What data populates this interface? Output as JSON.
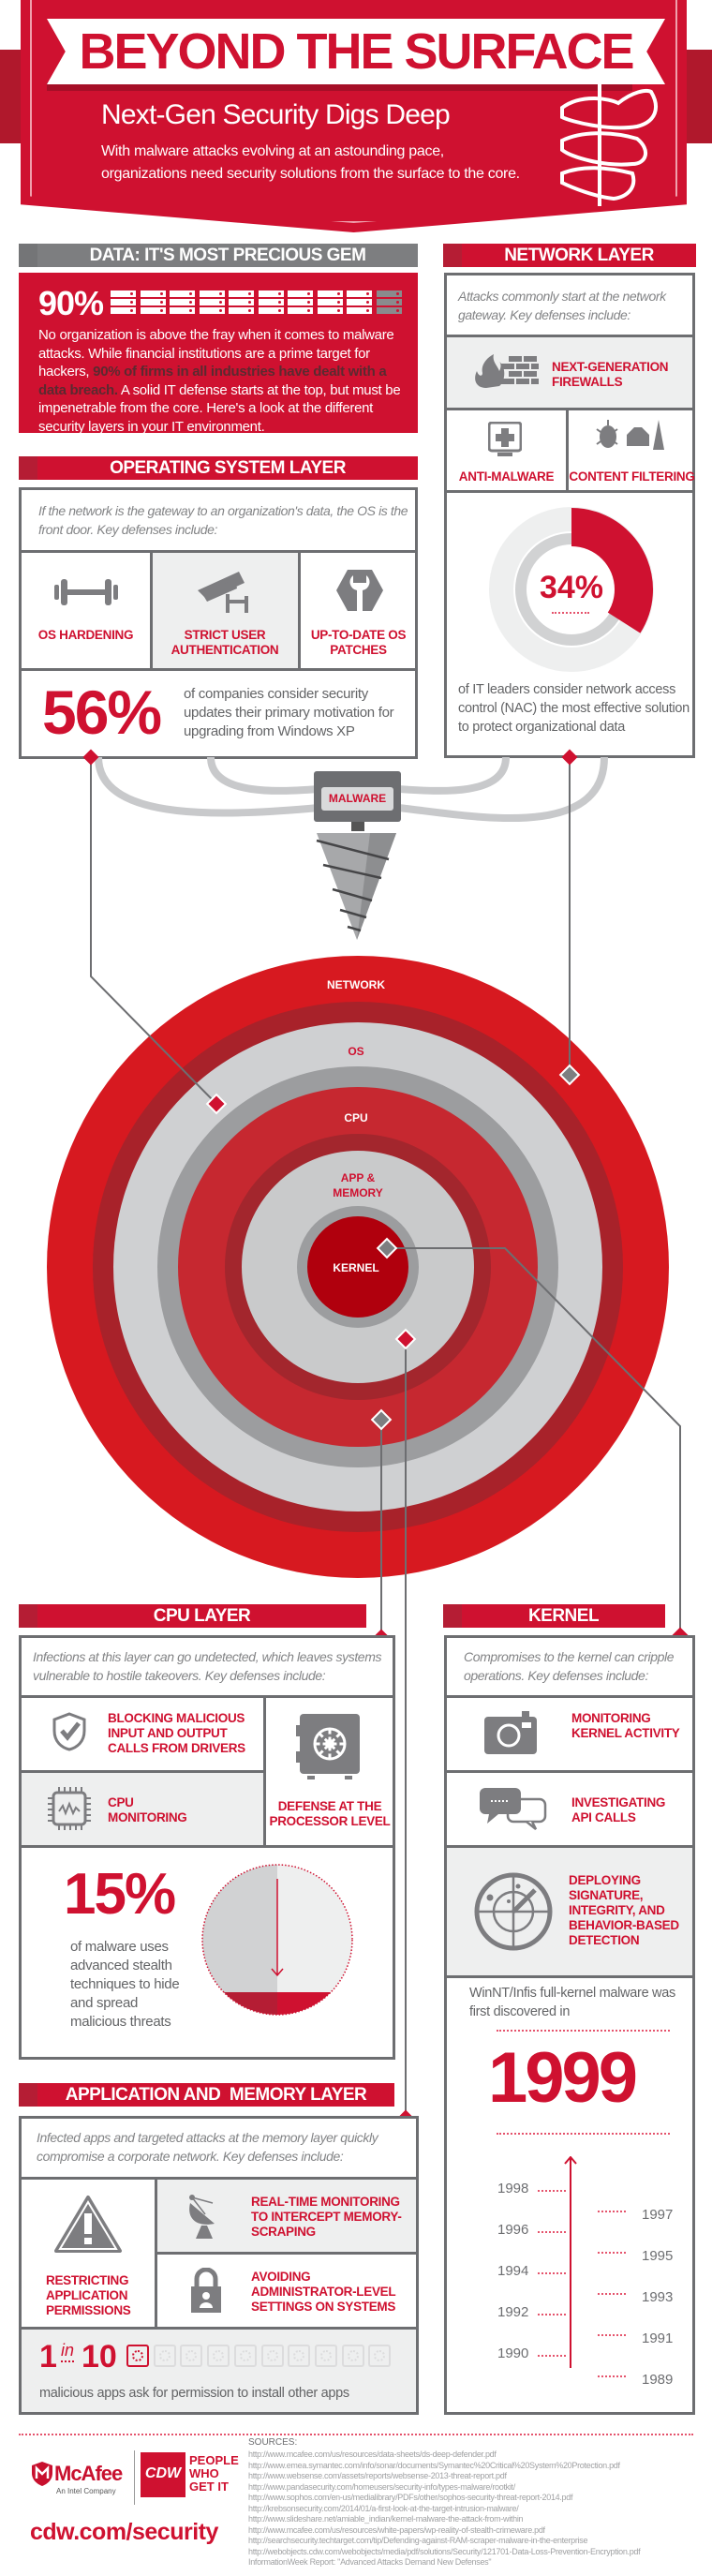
{
  "header": {
    "title": "BEYOND THE SURFACE",
    "subtitle": "Next-Gen Security Digs Deep",
    "body": "With malware attacks evolving at an astounding pace, organizations need security solutions from the surface to the core."
  },
  "data_section": {
    "title": "DATA: IT'S MOST PRECIOUS GEM",
    "stat": "90%",
    "servers_breached": 9,
    "servers_total": 10,
    "text_before": "No organization is above the fray when it comes to malware attacks. While financial institutions are a prime target for hackers, ",
    "highlight": "90% of firms in all industries have dealt with a data breach.",
    "text_after": " A solid IT defense starts at the top, but must be impenetrable from the core. Here's a look at the different security layers in your IT environment."
  },
  "network": {
    "title": "NETWORK LAYER",
    "intro": "Attacks commonly start at the network gateway. Key defenses include:",
    "defenses": [
      "NEXT-GENERATION FIREWALLS",
      "ANTI-MALWARE",
      "CONTENT FILTERING"
    ],
    "stat": "34%",
    "stat_value": 34,
    "stat_text": "of IT leaders consider network access control (NAC) the most effective solution to protect organizational data"
  },
  "os": {
    "title": "OPERATING SYSTEM LAYER",
    "intro": "If the network is the gateway to an organization's data, the OS is the front door. Key defenses include:",
    "defenses": [
      "OS HARDENING",
      "STRICT USER AUTHENTICATION",
      "UP-TO-DATE OS PATCHES"
    ],
    "stat": "56%",
    "stat_text": "of companies consider security updates their primary motivation for upgrading from Windows XP"
  },
  "malware_label": "MALWARE",
  "target": {
    "rings": [
      "NETWORK",
      "OS",
      "CPU",
      "APP & MEMORY",
      "KERNEL"
    ],
    "colors": {
      "red": "#d71920",
      "dark_red": "#a8222a",
      "light_gray": "#cfd0d2",
      "gray": "#9c9d9f",
      "kernel": "#b0000d"
    }
  },
  "cpu": {
    "title": "CPU LAYER",
    "intro": "Infections at this layer can go undetected, which leaves systems vulnerable to hostile takeovers. Key defenses include:",
    "defenses": [
      "BLOCKING MALICIOUS INPUT AND OUTPUT CALLS FROM DRIVERS",
      "CPU MONITORING",
      "DEFENSE AT THE PROCESSOR LEVEL"
    ],
    "stat": "15%",
    "stat_value": 15,
    "stat_text": "of malware uses advanced stealth techniques to hide and spread malicious threats"
  },
  "kernel": {
    "title": "KERNEL",
    "intro": "Compromises to the kernel can cripple operations. Key defenses include:",
    "defenses": [
      "MONITORING KERNEL ACTIVITY",
      "INVESTIGATING API CALLS",
      "DEPLOYING SIGNATURE, INTEGRITY, AND BEHAVIOR-BASED DETECTION"
    ],
    "stat_text": "WinNT/Infis full-kernel malware was first discovered in",
    "year": "1999",
    "timeline_left": [
      "1998",
      "1996",
      "1994",
      "1992",
      "1990"
    ],
    "timeline_right": [
      "1997",
      "1995",
      "1993",
      "1991",
      "1989"
    ]
  },
  "app": {
    "title": "APPLICATION AND  MEMORY LAYER",
    "intro": "Infected apps and targeted attacks at the memory layer quickly compromise a corporate network. Key defenses include:",
    "defenses": [
      "RESTRICTING APPLICATION PERMISSIONS",
      "REAL-TIME MONITORING TO INTERCEPT MEMORY-SCRAPING",
      "AVOIDING ADMINISTRATOR-LEVEL SETTINGS ON SYSTEMS"
    ],
    "stat_num": "1",
    "stat_in": "in",
    "stat_den": "10",
    "stat_count": 1,
    "stat_total": 10,
    "stat_text": "malicious apps ask for permission to install other apps"
  },
  "footer": {
    "mcafee": "McAfee",
    "mcafee_sub": "An Intel Company",
    "cdw": "CDW",
    "cdw_tagline": "PEOPLE WHO GET IT",
    "url": "cdw.com/security",
    "sources_title": "SOURCES:",
    "sources": [
      "http://www.mcafee.com/us/resources/data-sheets/ds-deep-defender.pdf",
      "http://www.emea.symantec.com/info/sonar/documents/Symantec%20Critical%20System%20Protection.pdf",
      "http://www.websense.com/assets/reports/websense-2013-threat-report.pdf",
      "http://www.pandasecurity.com/homeusers/security-info/types-malware/rootkit/",
      "http://www.sophos.com/en-us/medialibrary/PDFs/other/sophos-security-threat-report-2014.pdf",
      "http://krebsonsecurity.com/2014/01/a-first-look-at-the-target-intrusion-malware/",
      "http://www.slideshare.net/amiable_indian/kernel-malware-the-attack-from-within",
      "http://www.mcafee.com/us/resources/white-papers/wp-reality-of-stealth-crimeware.pdf",
      "http://searchsecurity.techtarget.com/tip/Defending-against-RAM-scraper-malware-in-the-enterprise",
      "http://webobjects.cdw.com/webobjects/media/pdf/solutions/Security/121701-Data-Loss-Prevention-Encryption.pdf",
      "InformationWeek Report: \"Advanced Attacks Demand New Defenses\""
    ]
  }
}
